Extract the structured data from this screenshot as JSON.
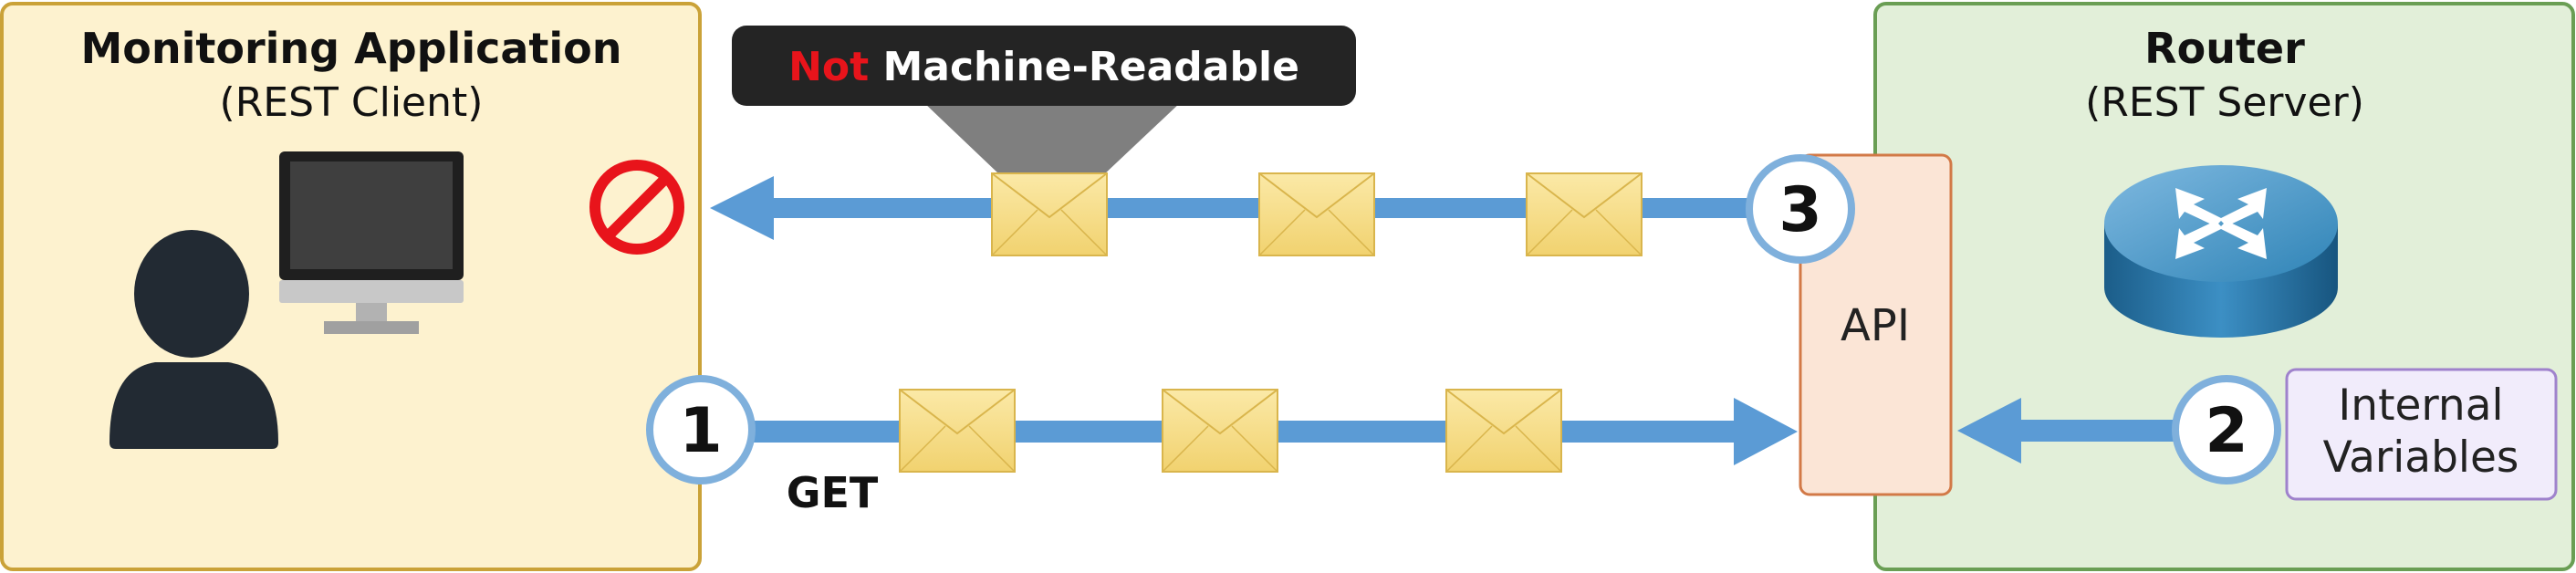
{
  "client": {
    "title": "Monitoring Application",
    "subtitle": "(REST Client)",
    "user_icon": "user-icon",
    "computer_icon": "monitor-icon",
    "blocked_icon": "prohibited-icon"
  },
  "server": {
    "title": "Router",
    "subtitle": "(REST Server)",
    "router_icon": "router-icon"
  },
  "api": {
    "label": "API"
  },
  "internal_box": {
    "line1": "Internal",
    "line2": "Variables"
  },
  "banner": {
    "highlight": "Not",
    "rest": " Machine-Readable",
    "highlight_color": "#e8141b"
  },
  "request": {
    "method": "GET"
  },
  "steps": {
    "one": "1",
    "two": "2",
    "three": "3"
  },
  "colors": {
    "client_fill": "#fdf2cf",
    "client_border": "#caa238",
    "server_fill": "#e2efd9",
    "server_border": "#6a9e54",
    "arrow": "#5b9bd5",
    "api_fill": "#fbe5d6",
    "api_border": "#d27947",
    "purple_border": "#9f82cc",
    "purple_fill": "#f1ecfb"
  }
}
